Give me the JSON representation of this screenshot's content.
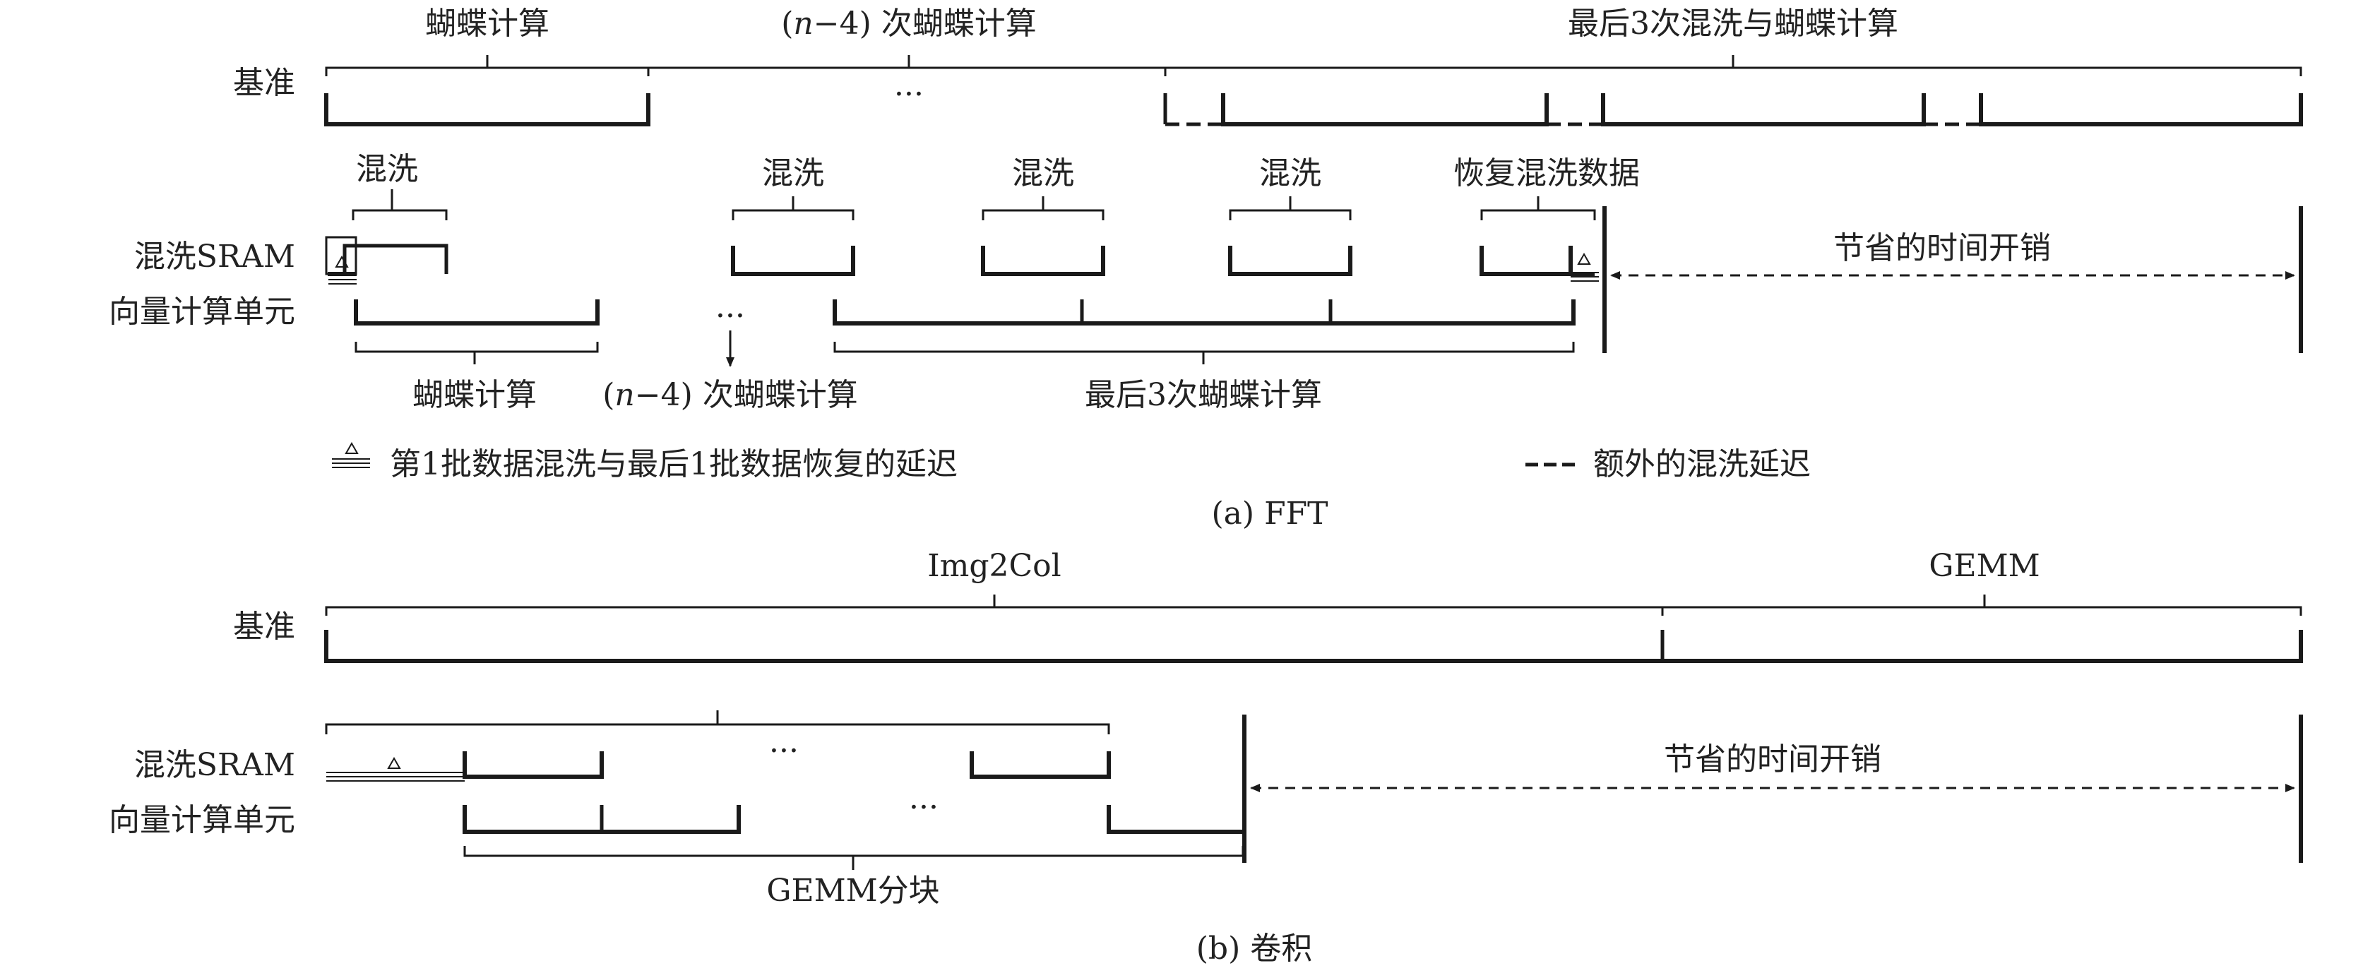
{
  "fft": {
    "top_labels": {
      "butterfly": "蝴蝶计算",
      "n4_var": "n",
      "n4_rest": "−4) 次蝴蝶计算",
      "last3": "最后3次混洗与蝴蝶计算"
    },
    "rows": {
      "baseline": "基准",
      "shuffle_sram": "混洗SRAM",
      "vector_unit": "向量计算单元"
    },
    "ellipsis": "···",
    "shuffle_labels": [
      "混洗",
      "混洗",
      "混洗",
      "混洗"
    ],
    "restore_label": "恢复混洗数据",
    "saved_time": "节省的时间开销",
    "bottom_labels": {
      "butterfly": "蝴蝶计算",
      "n4_var": "n",
      "n4_rest": "−4) 次蝴蝶计算",
      "last3": "最后3次蝴蝶计算"
    },
    "legend": {
      "delay_first_last": "第1批数据混洗与最后1批数据恢复的延迟",
      "extra_shuffle": "额外的混洗延迟"
    },
    "caption": "(a)  FFT"
  },
  "conv": {
    "top_labels": {
      "img2col": "Img2Col",
      "gemm": "GEMM"
    },
    "rows": {
      "baseline": "基准",
      "shuffle_sram": "混洗SRAM",
      "vector_unit": "向量计算单元"
    },
    "ellipsis": "···",
    "saved_time": "节省的时间开销",
    "gemm_block": "GEMM分块",
    "caption": "(b)  卷积"
  },
  "colors": {
    "line": "#1a1a1a",
    "text": "#222222",
    "background": "#ffffff"
  }
}
